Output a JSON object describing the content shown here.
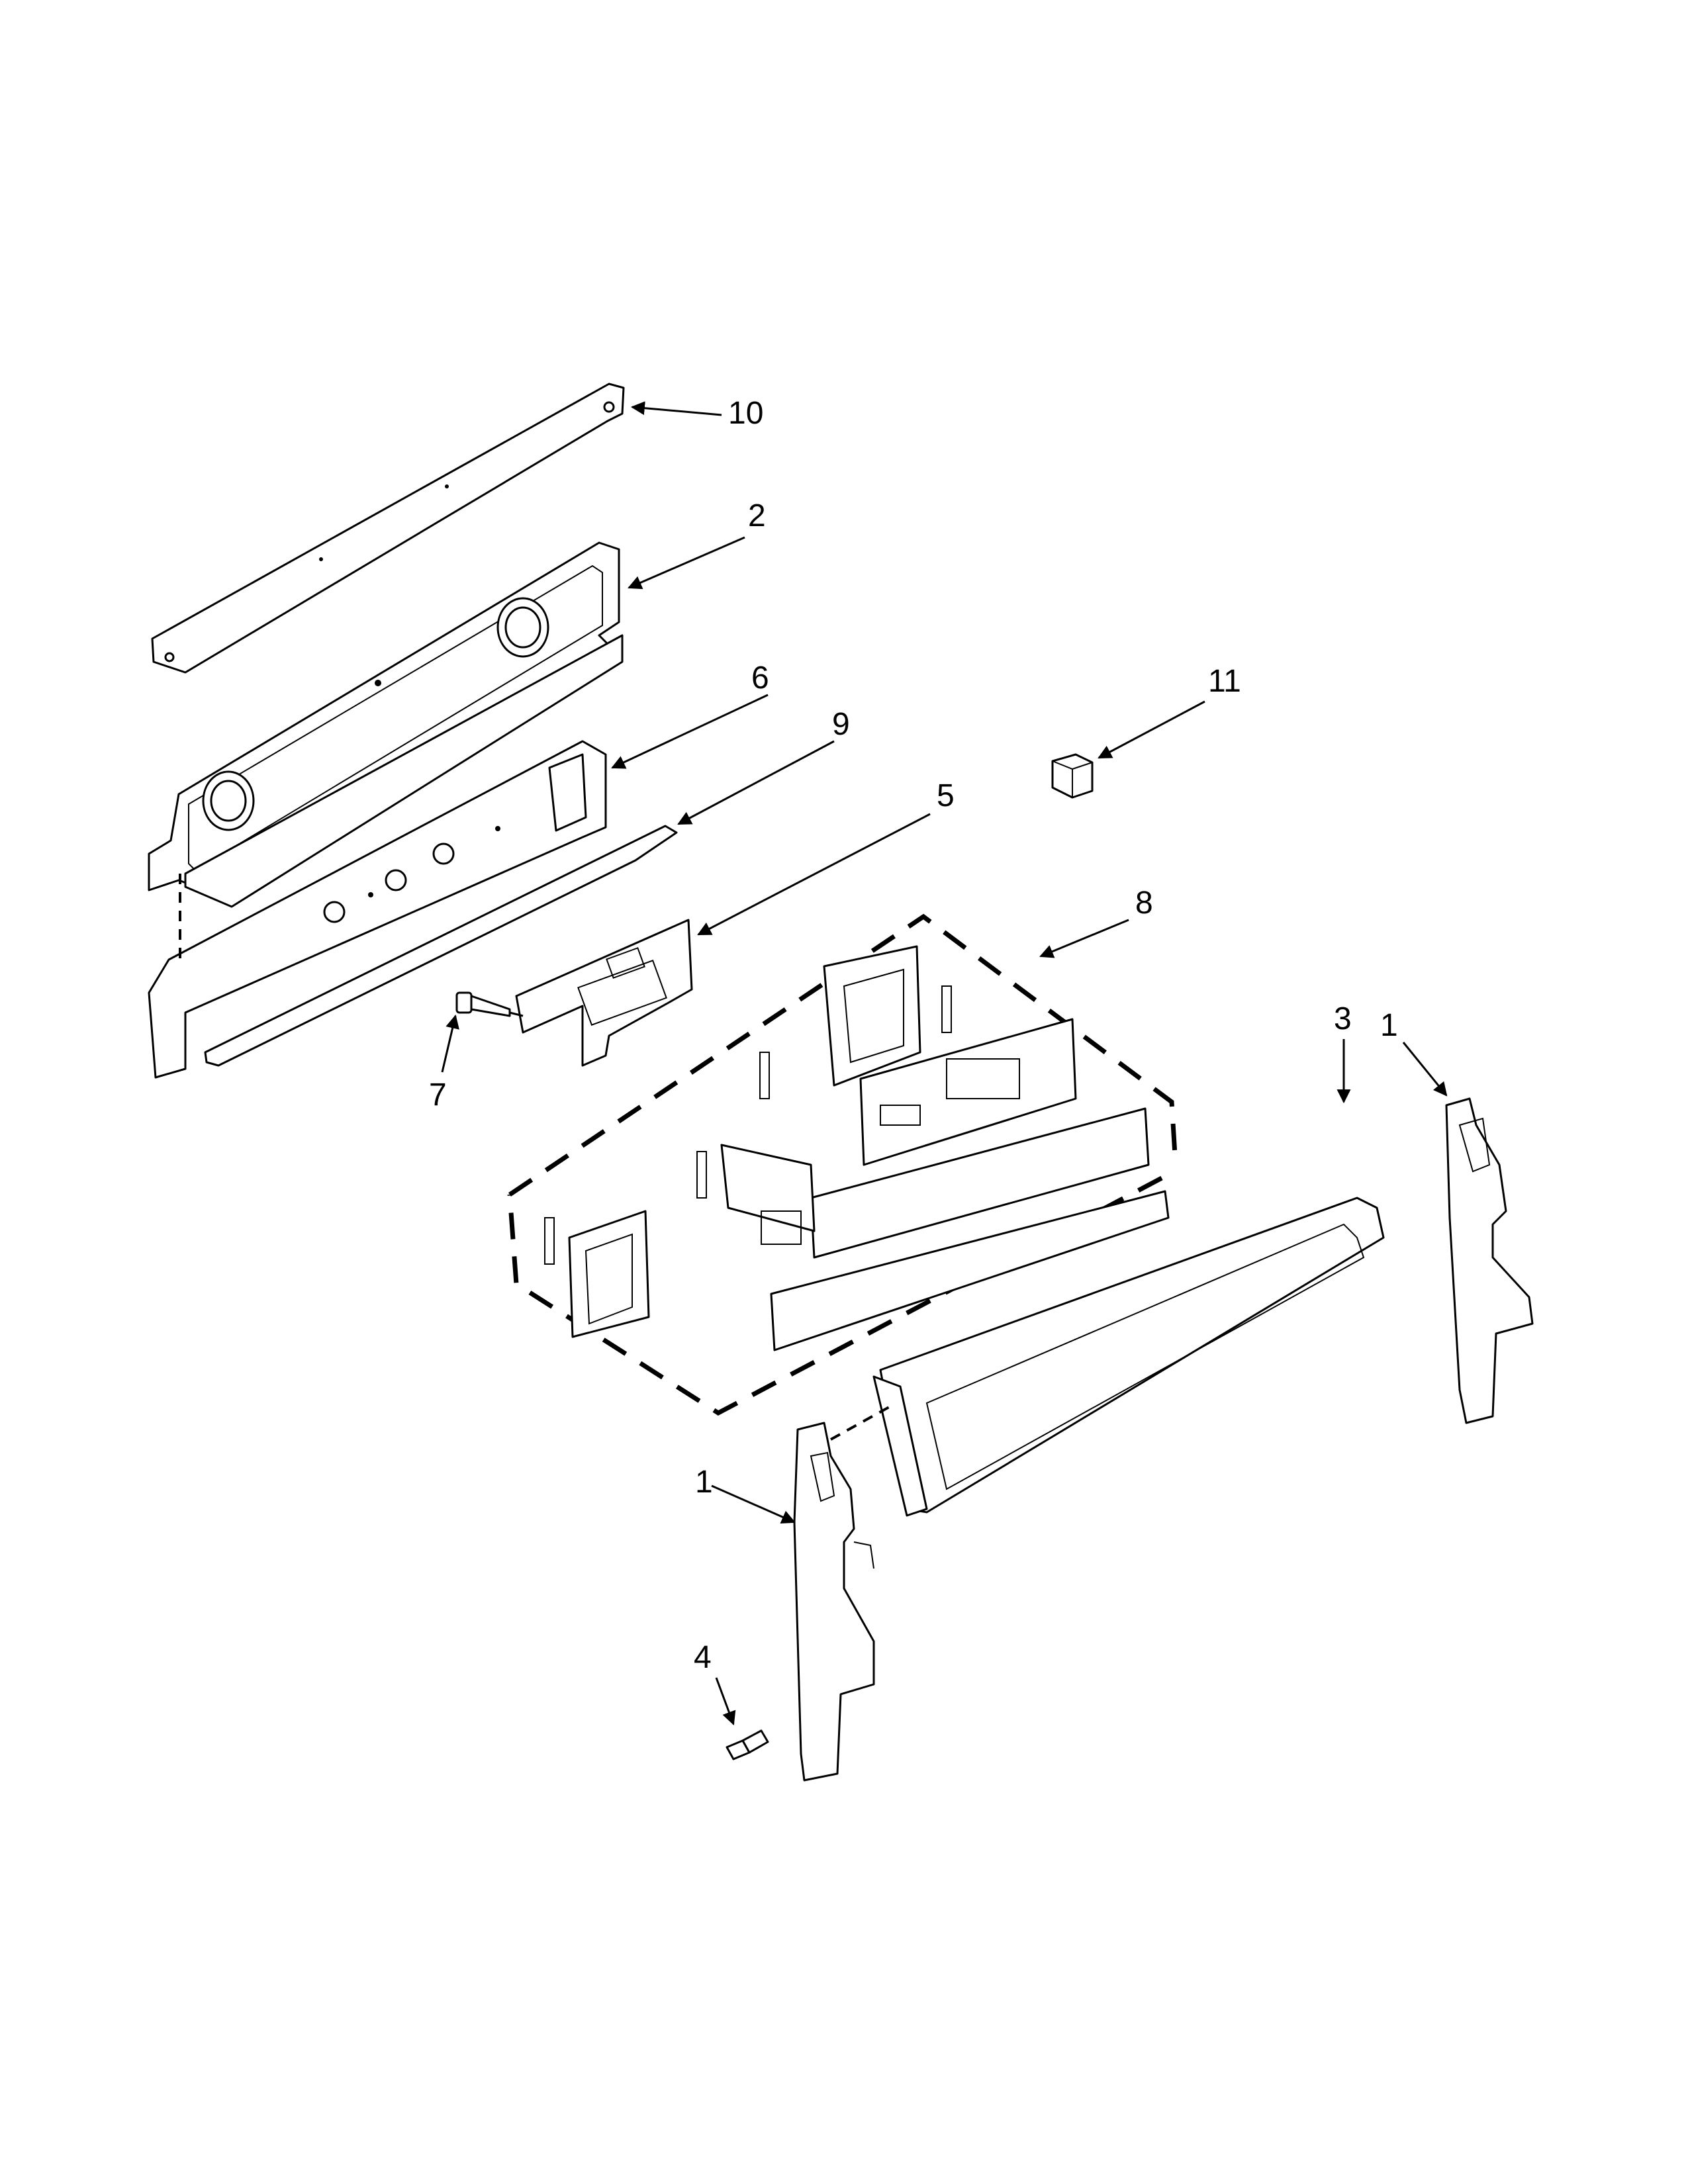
{
  "callouts": {
    "c10": "10",
    "c2": "2",
    "c6": "6",
    "c9": "9",
    "c5": "5",
    "c8": "8",
    "c11": "11",
    "c7": "7",
    "c3": "3",
    "c1_right": "1",
    "c1_left": "1",
    "c4": "4"
  }
}
